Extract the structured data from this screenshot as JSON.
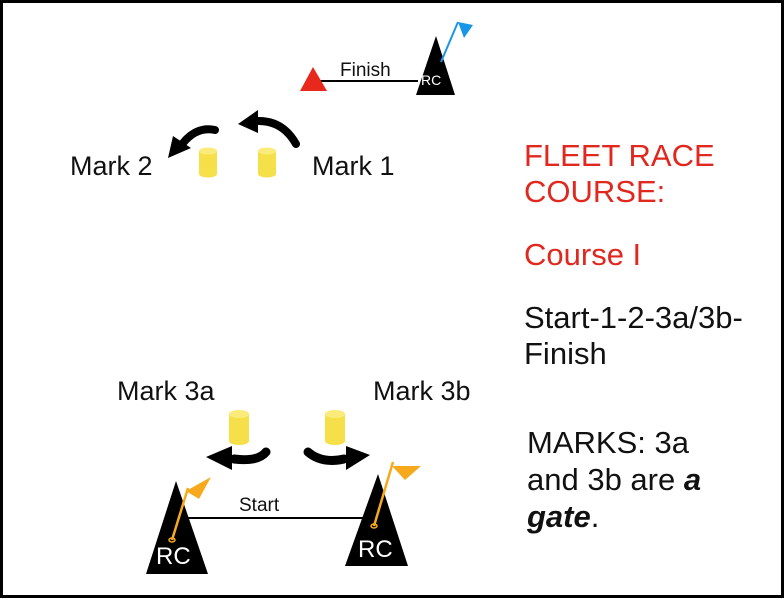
{
  "diagram": {
    "finish_label": "Finish",
    "start_label": "Start",
    "rc_label": "RC",
    "marks": {
      "mark1": "Mark 1",
      "mark2": "Mark 2",
      "mark3a": "Mark 3a",
      "mark3b": "Mark 3b"
    }
  },
  "panel": {
    "title_line1": "FLEET RACE",
    "title_line2": "COURSE:",
    "course": "Course I",
    "sequence_line1": "Start-1-2-3a/3b-",
    "sequence_line2": "Finish",
    "marks_line1": "MARKS: 3a",
    "marks_line2_prefix": "and 3b are ",
    "marks_line2_emph": "a",
    "marks_line3_emph": "gate",
    "marks_line3_suffix": "."
  },
  "colors": {
    "title": "#e0281f",
    "finish_mark": "#e8281c",
    "buoy": "#f6e04a",
    "flag_finish": "#1a96e8",
    "flag_start": "#f7a91e",
    "arrow": "#000000"
  }
}
